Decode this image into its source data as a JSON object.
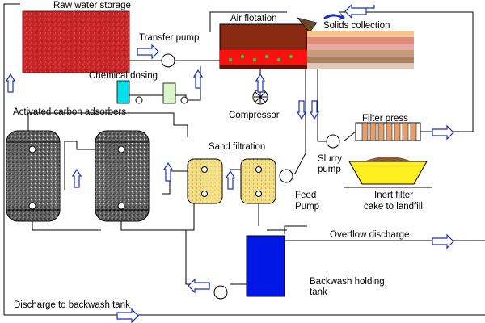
{
  "labels": {
    "raw_water_storage": "Raw water storage",
    "transfer_pump": "Transfer pump",
    "chemical_dosing": "Chemical dosing",
    "air_flotation": "Air flotation",
    "solids_collection": "Solids collection",
    "compressor": "Compressor",
    "activated_carbon_adsorbers": "Activated carbon adsorbers",
    "sand_filtration": "Sand filtration",
    "filter_press": "Filter press",
    "slurry_pump_line1": "Slurry",
    "slurry_pump_line2": "pump",
    "feed_pump_line1": "Feed",
    "feed_pump_line2": "Pump",
    "inert_cake_line1": "Inert filter",
    "inert_cake_line2": "cake to landfill",
    "overflow_discharge": "Overflow discharge",
    "backwash_tank_line1": "Backwash holding",
    "backwash_tank_line2": "tank",
    "discharge_to_backwash": "Discharge to backwash tank"
  },
  "colors": {
    "raw_water": "#c8242b",
    "air_flotation_tank": "#8b2a12",
    "flotation_band_red": "#ff1010",
    "bubbles": "#33cc33",
    "chemical_tank_cyan": "#00e0e8",
    "chemical_tank_green": "#d8f5c8",
    "carbon_adsorber": "#666666",
    "sand_filter": "#f5e08a",
    "backwash_tank": "#0018e6",
    "filter_press_plates": "#e0a070",
    "landfill_skip": "#ffee22",
    "flow_arrow": "#1a2fbf"
  }
}
